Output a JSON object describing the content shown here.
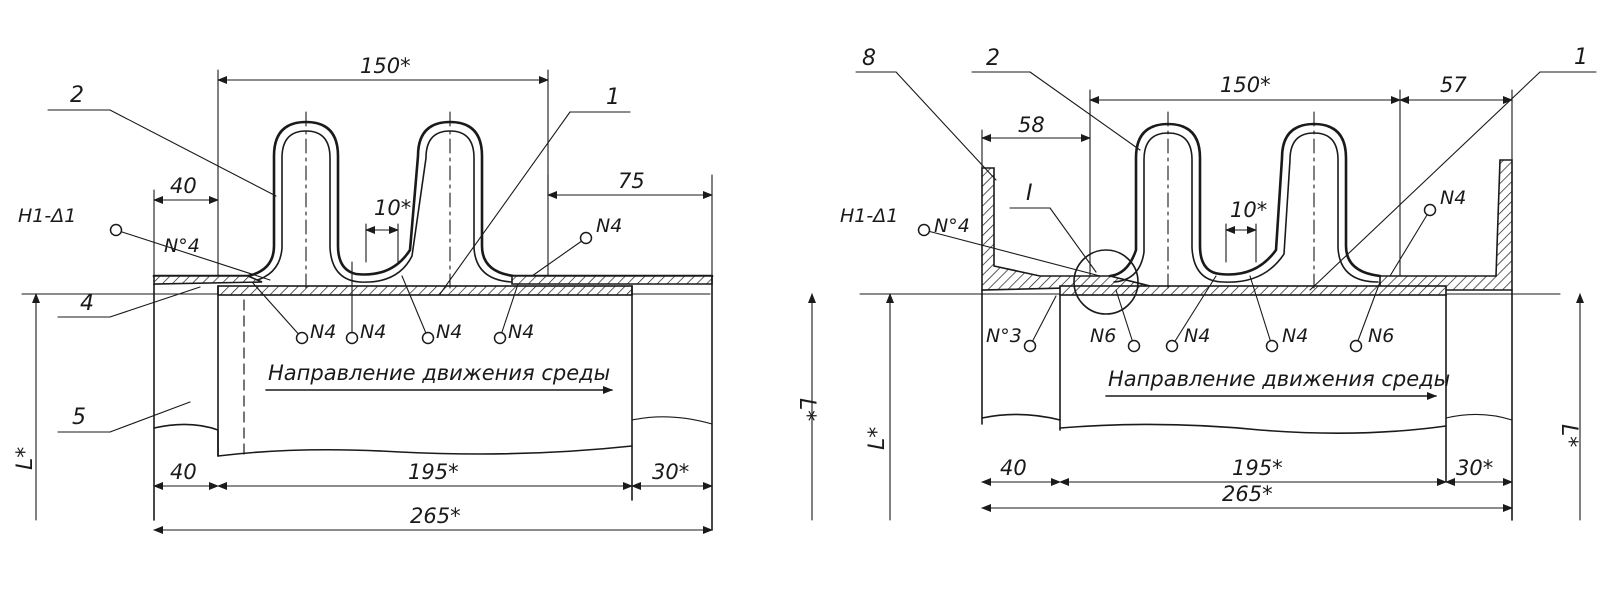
{
  "drawings": [
    {
      "dims": {
        "top": "150*",
        "left_flange": "40",
        "right_flange": "75",
        "pitch": "10*",
        "bottom_left": "40",
        "bottom_mid": "195*",
        "bottom_right": "30*",
        "total": "265*"
      },
      "labels": {
        "pos_2": "2",
        "pos_1": "1",
        "pos_4": "4",
        "pos_5": "5",
        "weld_ref": "Н1-Δ1",
        "weld_a": "N°4",
        "weld_b": "N4"
      },
      "bottom_callouts": [
        "N4",
        "N4",
        "N4",
        "N4"
      ],
      "flow_text": "Направление движения среды",
      "side_left": "L*",
      "side_right": "L*"
    },
    {
      "dims": {
        "top": "150*",
        "left_flange": "58",
        "right_flange": "57",
        "pitch": "10*",
        "bottom_left": "40",
        "bottom_mid": "195*",
        "bottom_right": "30*",
        "total": "265*"
      },
      "labels": {
        "pos_8": "8",
        "pos_2": "2",
        "pos_1": "1",
        "detail": "I",
        "weld_ref": "Н1-Δ1",
        "weld_a": "N°4",
        "weld_b": "N4",
        "weld_c": "N°3"
      },
      "bottom_callouts": [
        "N6",
        "N4",
        "N4",
        "N6"
      ],
      "flow_text": "Направление движения среды",
      "side_left": "L*",
      "side_right": "L*"
    }
  ]
}
